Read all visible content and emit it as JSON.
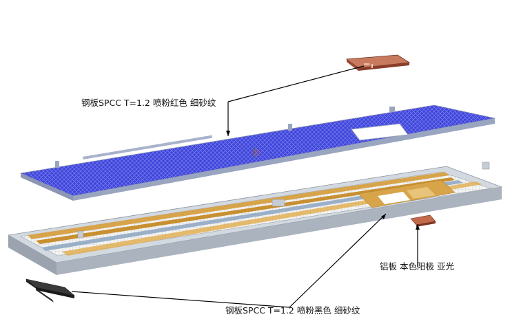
{
  "callouts": {
    "cover_label": "钢板SPCC T=1.2 喷粉红色 细砂纹",
    "aluminum_label": "铝板 本色阳极 亚光",
    "base_label": "钢板SPCC T=1.2 喷粉黑色 细砂纹"
  },
  "colors": {
    "cover_mesh": "#3f45d8",
    "cover_mesh_light": "#6a70ee",
    "tray_frame": "#c8d0d8",
    "tray_floor": "#eeeeee",
    "gold_rail": "#d8a44a",
    "copper_part": "#b8664a",
    "black_part": "#2a2a2a",
    "leader_line": "#000000"
  }
}
